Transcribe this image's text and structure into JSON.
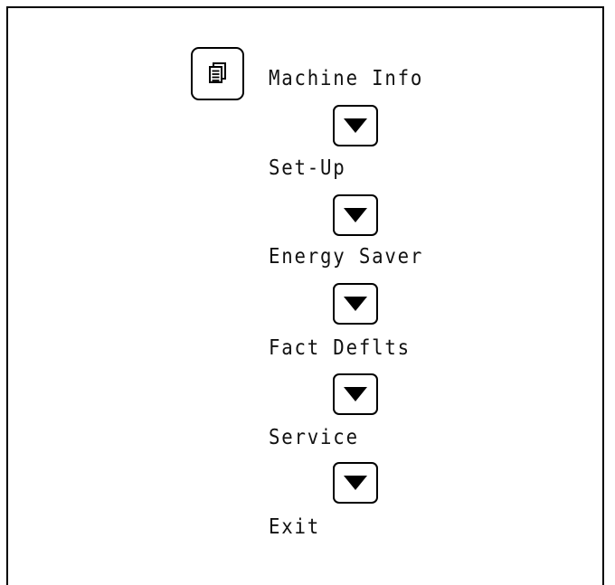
{
  "menu": {
    "items": [
      {
        "label": "Machine Info"
      },
      {
        "label": "Set-Up"
      },
      {
        "label": "Energy Saver"
      },
      {
        "label": "Fact Deflts"
      },
      {
        "label": "Service"
      },
      {
        "label": "Exit"
      }
    ],
    "menu_icon": "document-menu-icon",
    "arrow_icon": "down-arrow-icon"
  }
}
